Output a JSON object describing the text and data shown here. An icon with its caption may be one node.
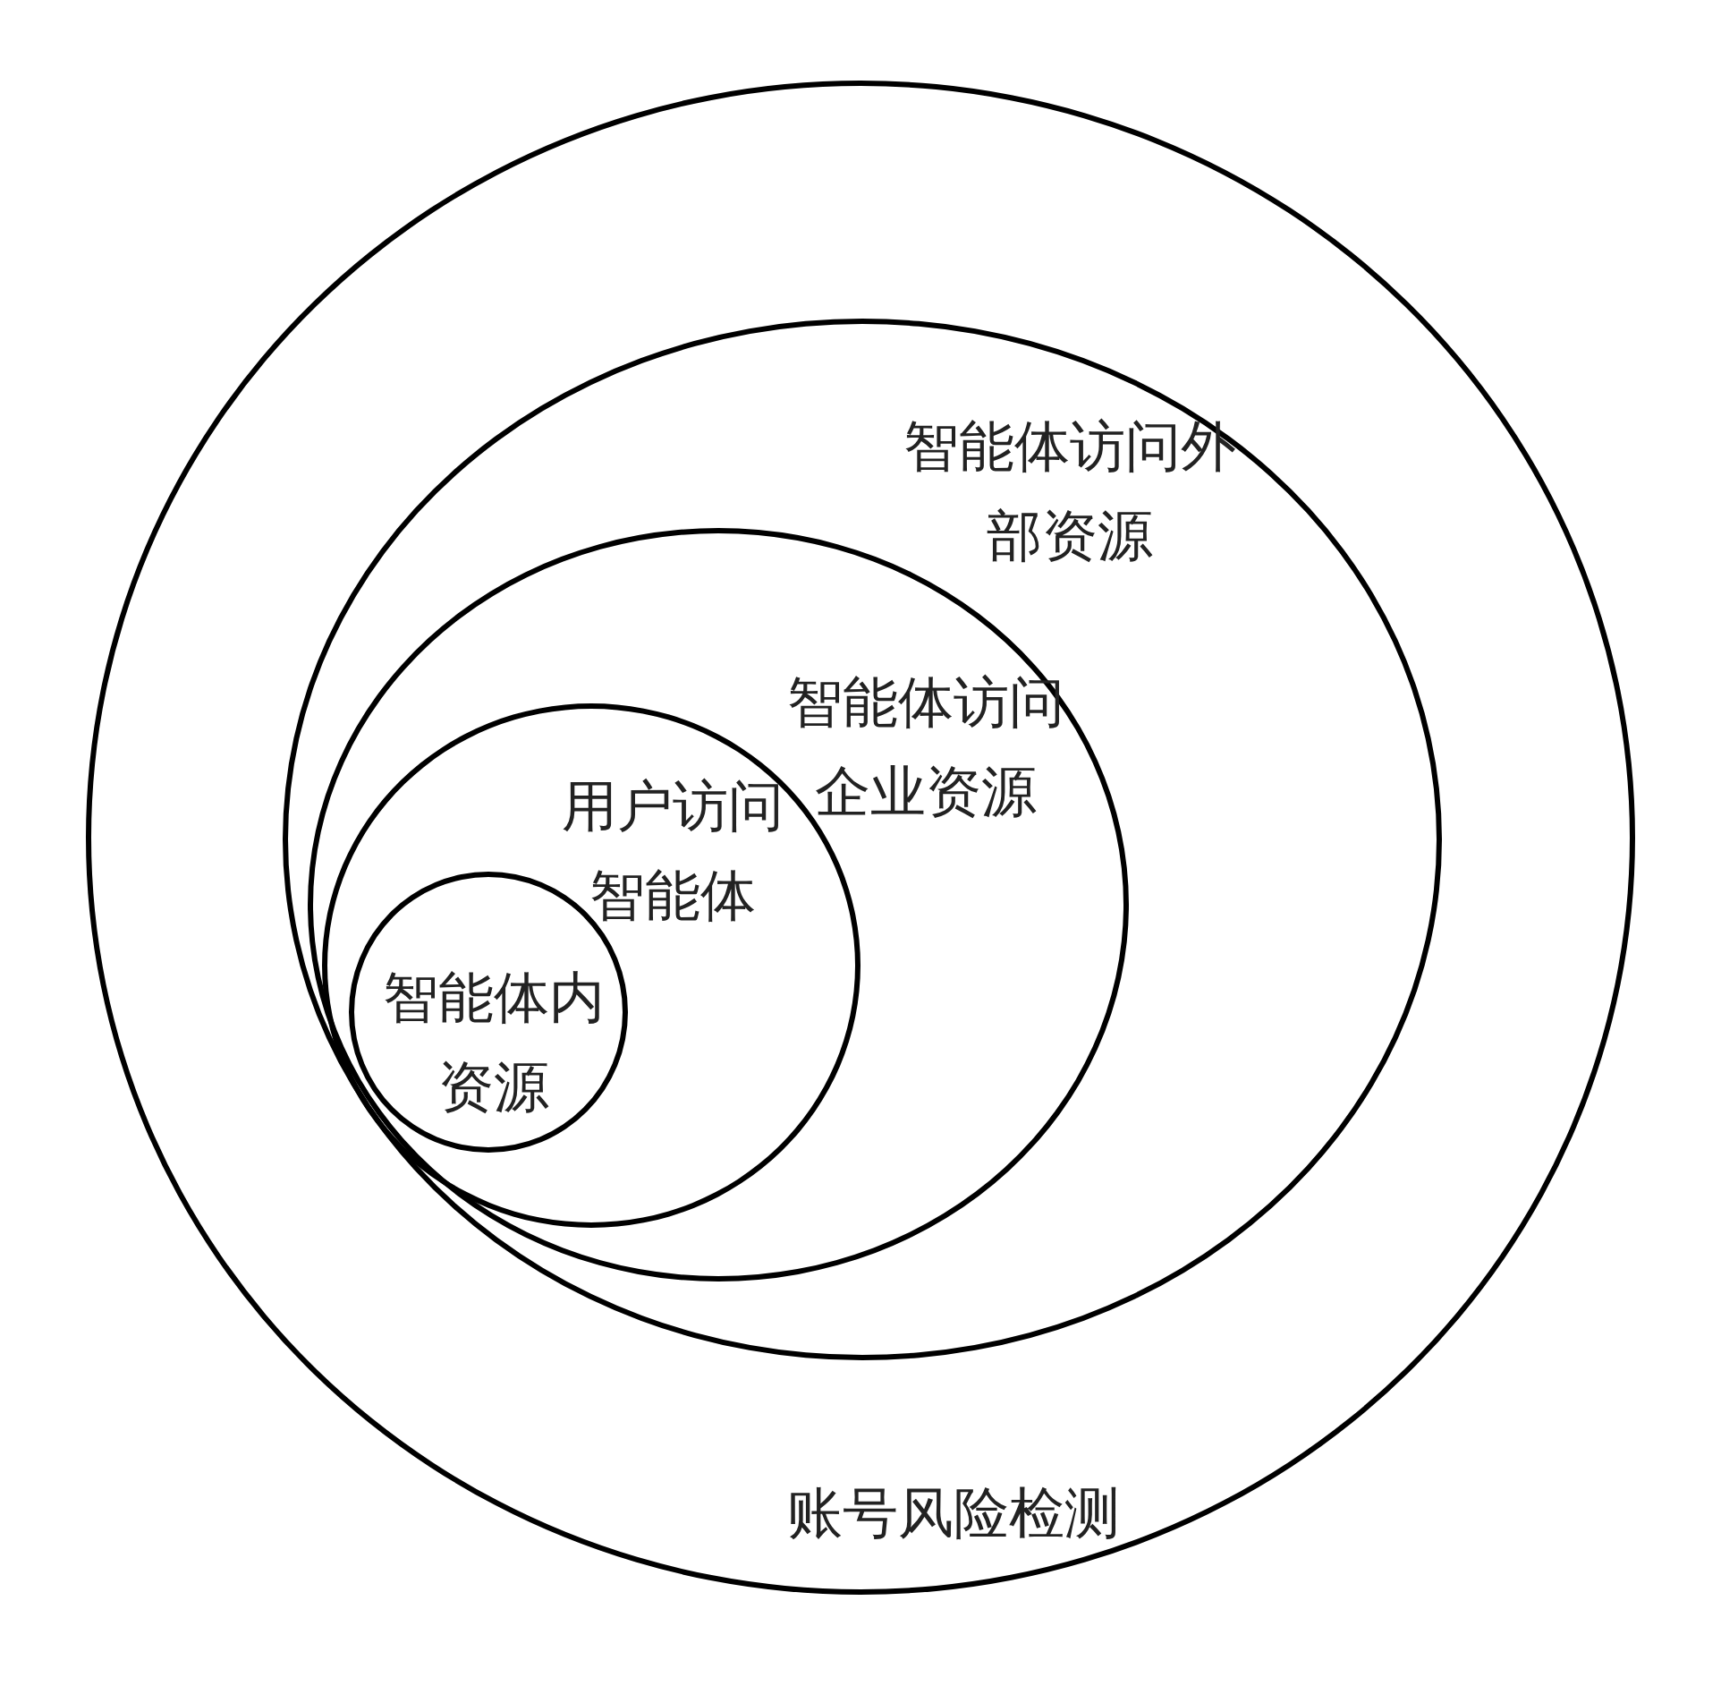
{
  "diagram": {
    "nodes": [
      {
        "text": [
          "账号风险检测"
        ]
      },
      {
        "text": [
          "智能体访问外部资源"
        ],
        "in": 0
      },
      {
        "text": [
          "智能体访问企业资源"
        ],
        "in": 1
      },
      {
        "text": [
          "用户访问智能体"
        ],
        "in": 2
      },
      {
        "text": [
          "智能体内资源"
        ],
        "in": 3
      }
    ]
  }
}
